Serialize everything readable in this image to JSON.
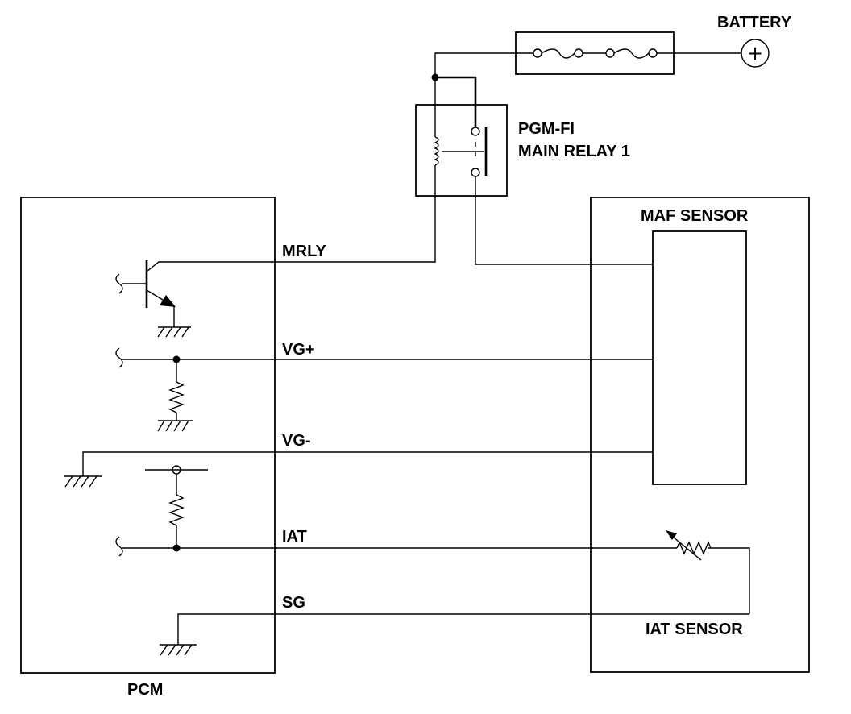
{
  "labels": {
    "battery": "BATTERY",
    "relay_line1": "PGM-FI",
    "relay_line2": "MAIN RELAY 1",
    "maf_sensor": "MAF SENSOR",
    "pcm": "PCM",
    "iat_sensor": "IAT SENSOR"
  },
  "wires": {
    "mrly": "MRLY",
    "vg_plus": "VG+",
    "vg_minus": "VG-",
    "iat": "IAT",
    "sg": "SG"
  },
  "battery_symbol": "+"
}
